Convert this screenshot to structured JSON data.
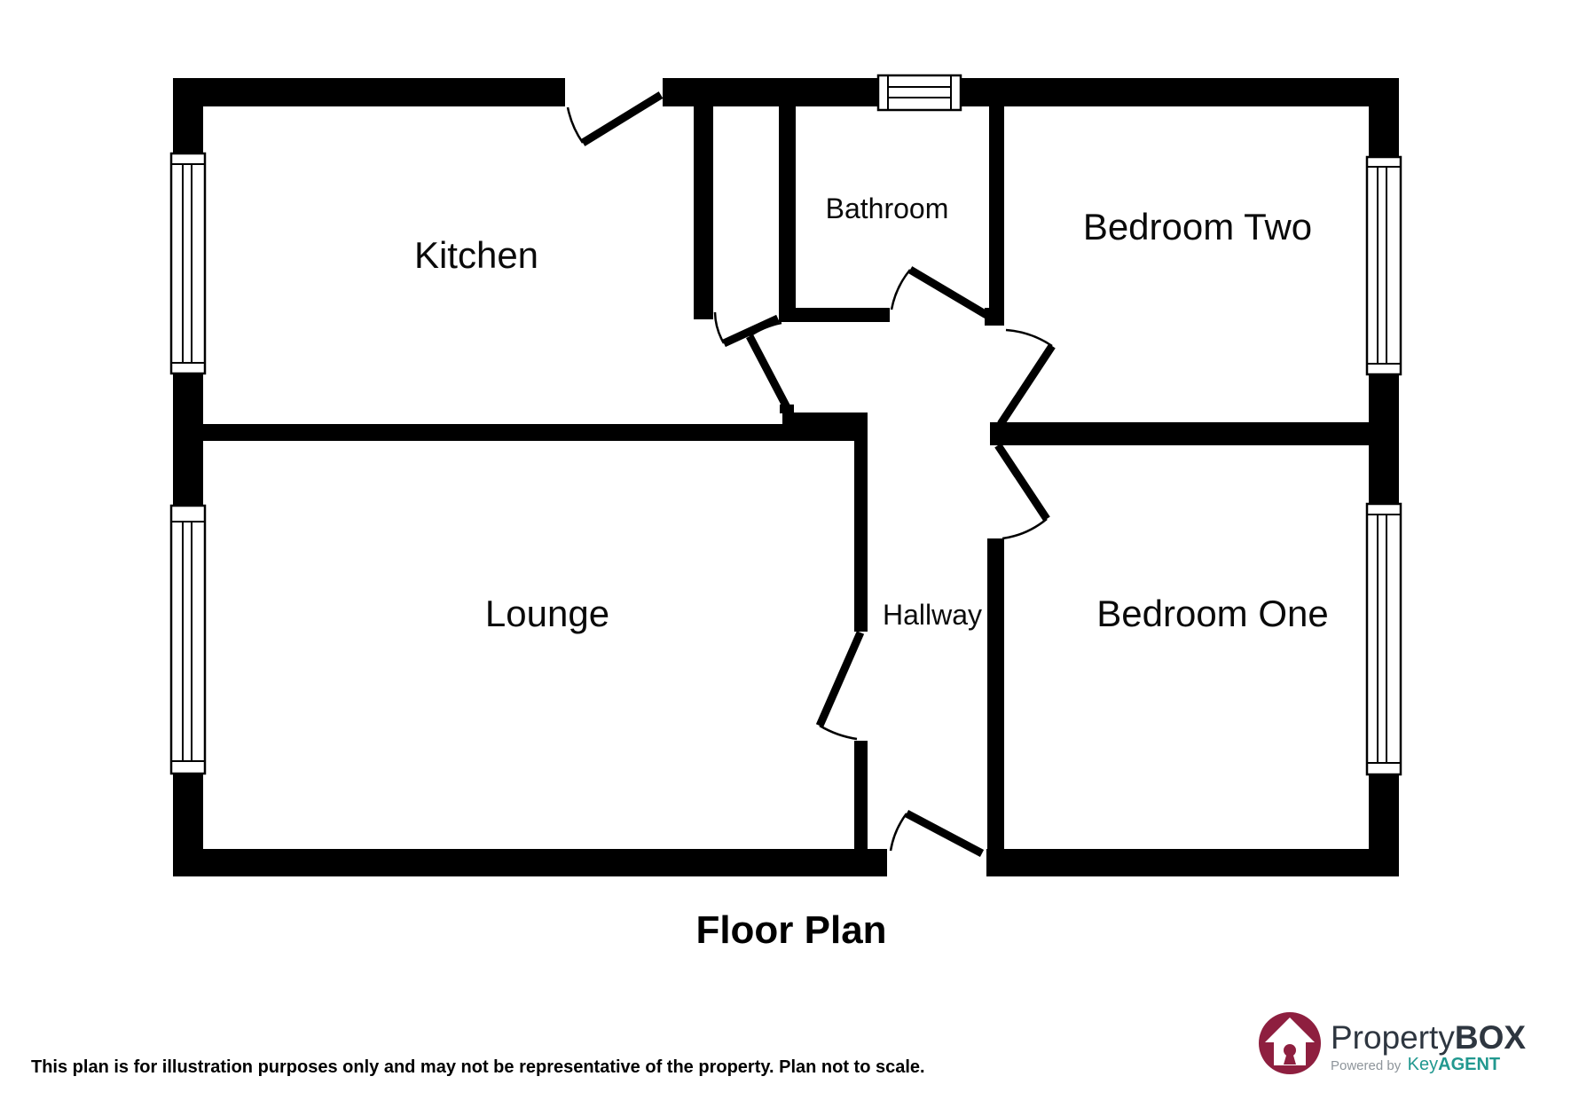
{
  "title": "Floor Plan",
  "disclaimer": "This plan is for illustration purposes only and may not be representative of the property. Plan not to scale.",
  "rooms": [
    {
      "name": "Kitchen"
    },
    {
      "name": "Bathroom"
    },
    {
      "name": "Bedroom Two"
    },
    {
      "name": "Lounge"
    },
    {
      "name": "Hallway"
    },
    {
      "name": "Bedroom One"
    }
  ],
  "branding": {
    "property": "Property",
    "box": "BOX",
    "powered_by": "Powered by",
    "key": "Key",
    "agent": "AGENT",
    "badge_color": "#8e1f3f",
    "brand_text_color": "#2e3640",
    "powered_gray": "#8e959b",
    "teal": "#21988f"
  },
  "colors": {
    "wall": "#000000",
    "background": "#ffffff"
  }
}
